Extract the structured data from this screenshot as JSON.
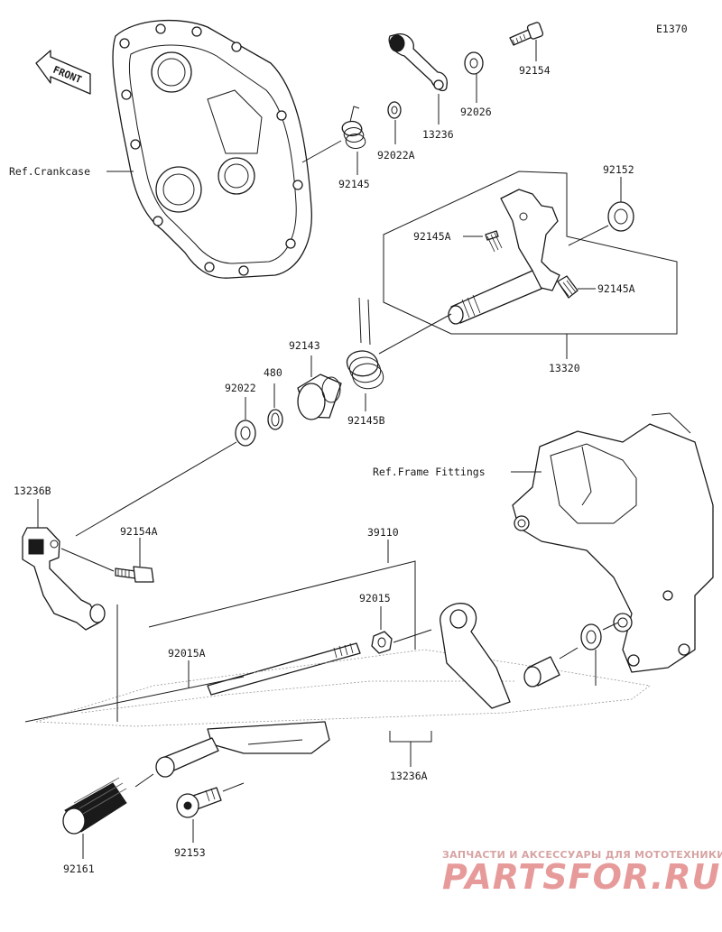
{
  "diagram_code": "E1370",
  "front_label": "FRONT",
  "refs": {
    "crankcase": "Ref.Crankcase",
    "frame_fittings": "Ref.Frame Fittings"
  },
  "parts": {
    "p92154": "92154",
    "p92026": "92026",
    "p13236": "13236",
    "p92022A": "92022A",
    "p92145": "92145",
    "p92152": "92152",
    "p92145A_1": "92145A",
    "p92145A_2": "92145A",
    "p13320": "13320",
    "p92143": "92143",
    "p480": "480",
    "p92022": "92022",
    "p92145B": "92145B",
    "p13236B": "13236B",
    "p92154A": "92154A",
    "p39110": "39110",
    "p92015": "92015",
    "p92015A": "92015A",
    "p13236A": "13236A",
    "p92161": "92161",
    "p92153": "92153"
  },
  "watermark": {
    "tagline": "ЗАПЧАСТИ И АКСЕССУАРЫ ДЛЯ МОТОТЕХНИКИ",
    "logo": "PARTSFOR.RU"
  }
}
